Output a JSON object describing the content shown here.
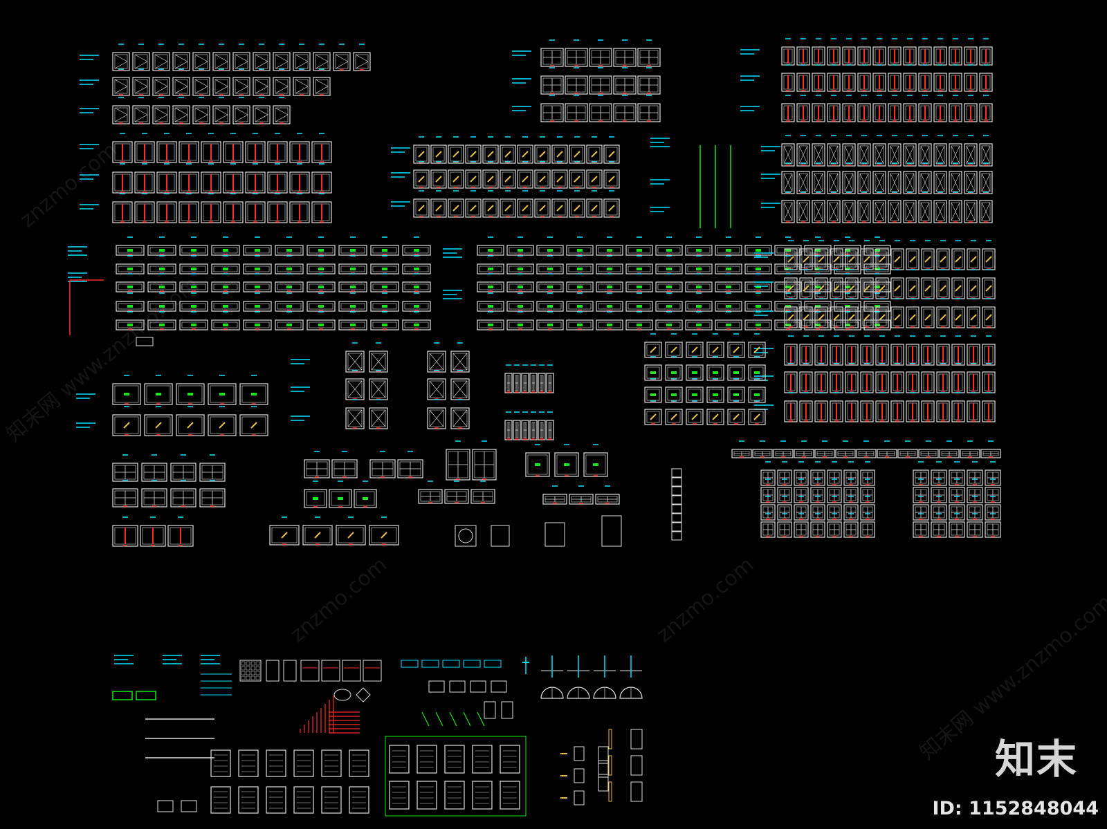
{
  "watermark": {
    "brand_logo": "知末",
    "id_label": "ID:",
    "id_value": "1152848044"
  },
  "colors": {
    "background": "#000000",
    "frame": "#e0e0e0",
    "label": "#00e5ff",
    "accent_red": "#ff2a2a",
    "accent_green": "#19e619",
    "accent_yellow": "#e8c040"
  }
}
